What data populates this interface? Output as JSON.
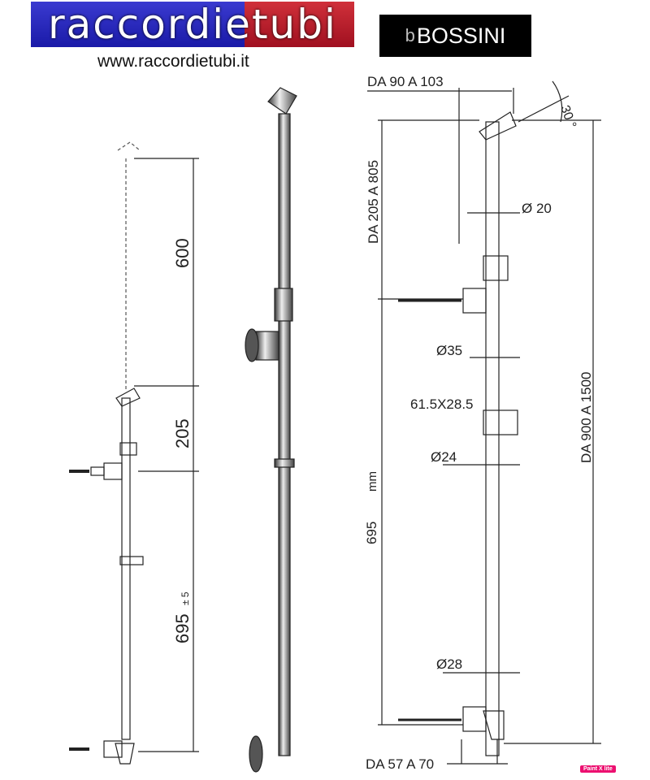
{
  "header": {
    "logo_text": "raccordietubi",
    "url": "www.raccordietubi.it",
    "brand": "BOSSINI",
    "brand_mark": "b"
  },
  "left_drawing": {
    "dim_extension": "600",
    "dim_holder": "205",
    "dim_base": "695",
    "dim_base_tolerance": "± 5"
  },
  "right_drawing": {
    "holder_reach": "DA 90 A 103",
    "angle": "30 °",
    "slide_range": "DA 205 A 805",
    "diam_top": "Ø 20",
    "diam_bracket": "Ø35",
    "slider_size": "61.5X28.5",
    "diam_middle": "Ø24",
    "base_length": "695",
    "unit": "mm",
    "diam_bottom": "Ø28",
    "wall_distance": "DA 57 A 70",
    "total_length": "DA 900 A 1500"
  },
  "badge": "Paint X lite",
  "colors": {
    "logo_blue": "#2626b8",
    "logo_red": "#b81c28",
    "badge": "#ec1070"
  }
}
